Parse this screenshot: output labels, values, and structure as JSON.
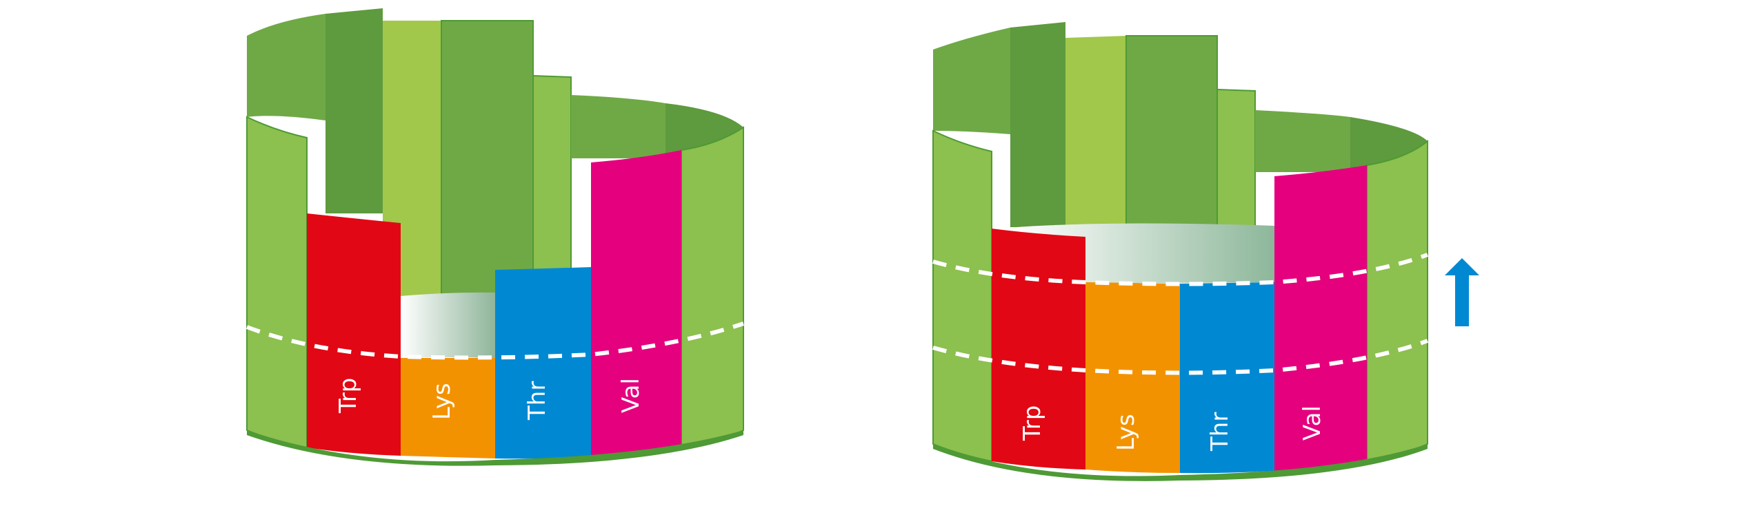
{
  "colors": {
    "stave_light": "#8cc04f",
    "stave_mid": "#6fa946",
    "stave_dark": "#5e9a3e",
    "stave_pale": "#a1c84a",
    "stave_edge": "#4e9a35",
    "Trp": "#e20714",
    "Lys": "#f39200",
    "Thr": "#0089d2",
    "Val": "#e5007e",
    "level_line": "#ffffff",
    "arrow": "#0089d2"
  },
  "barrels": [
    {
      "staves": [
        {
          "label": "Trp",
          "color_key": "Trp"
        },
        {
          "label": "Lys",
          "color_key": "Lys"
        },
        {
          "label": "Thr",
          "color_key": "Thr"
        },
        {
          "label": "Val",
          "color_key": "Val"
        }
      ]
    },
    {
      "staves": [
        {
          "label": "Trp",
          "color_key": "Trp"
        },
        {
          "label": "Lys",
          "color_key": "Lys"
        },
        {
          "label": "Thr",
          "color_key": "Thr"
        },
        {
          "label": "Val",
          "color_key": "Val"
        }
      ]
    }
  ],
  "arrow": {
    "direction": "up",
    "icon": "up-arrow-icon"
  }
}
